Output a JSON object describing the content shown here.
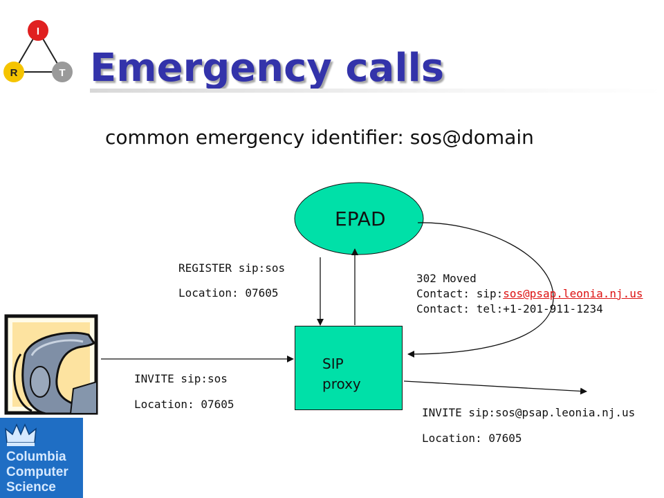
{
  "slide": {
    "title": "Emergency calls",
    "subtitle": "common emergency identifier: sos@domain"
  },
  "logo_irt": {
    "letters": [
      "I",
      "R",
      "T"
    ],
    "colors": {
      "I": "#e02020",
      "R": "#f5c400",
      "T": "#9a9a9a"
    }
  },
  "nodes": {
    "epad": "EPAD",
    "proxy_line1": "SIP",
    "proxy_line2": "proxy"
  },
  "messages": {
    "register": {
      "line1": "REGISTER sip:sos",
      "line2": "Location: 07605"
    },
    "moved": {
      "line1": "302 Moved",
      "contact1_prefix": "Contact: sip:",
      "contact1_link": "sos@psap.leonia.nj.us",
      "contact2": "Contact: tel:+1-201-911-1234"
    },
    "invite_in": {
      "line1": "INVITE sip:sos",
      "line2": "Location: 07605"
    },
    "invite_out": {
      "line1": "INVITE sip:sos@psap.leonia.nj.us",
      "line2": "Location: 07605"
    }
  },
  "columbia_logo": {
    "lines": [
      "Columbia",
      "Computer",
      "Science"
    ]
  },
  "colors": {
    "title": "#3333aa",
    "epad_fill": "#00e0a8",
    "proxy_fill": "#00e0a8",
    "link": "#dd1111"
  },
  "icons": [
    "telephone-icon",
    "crown-icon"
  ]
}
